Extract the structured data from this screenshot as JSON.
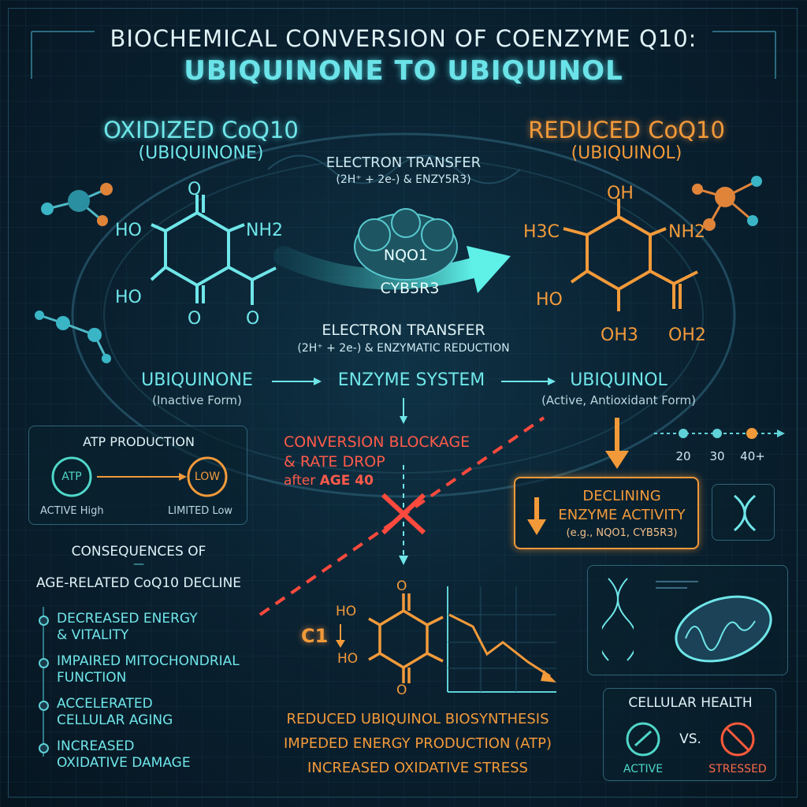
{
  "title": {
    "line1": "BIOCHEMICAL CONVERSION OF COENZYME Q10:",
    "line2": "UBIQUINONE TO UBIQUINOL"
  },
  "left_molecule": {
    "heading": "OXIDIZED CoQ10",
    "subheading": "(UBIQUINONE)",
    "groups": [
      "HO",
      "NH2",
      "HO",
      "O",
      "O",
      "O"
    ]
  },
  "right_molecule": {
    "heading": "REDUCED CoQ10",
    "subheading": "(UBIQUINOL)",
    "groups": [
      "OH",
      "H3C",
      "NH2",
      "HO",
      "OH3",
      "OH2"
    ]
  },
  "transfer_top": {
    "line1": "ELECTRON TRANSFER",
    "line2": "(2H⁺ + 2e-) & ENZY5R3)"
  },
  "enzymes": {
    "enzyme1": "NQO1",
    "enzyme2": "CYB5R3"
  },
  "transfer_mid": {
    "line1": "ELECTRON TRANSFER",
    "line2": "(2H⁺ + 2e-) & ENZYMATIC REDUCTION"
  },
  "flow": {
    "left_label": "UBIQUINONE",
    "left_sub": "(Inactive Form)",
    "center_label": "ENZYME SYSTEM",
    "right_label": "UBIQUINOL",
    "right_sub": "(Active, Antioxidant Form)"
  },
  "atp_panel": {
    "title": "ATP PRODUCTION",
    "atp": "ATP",
    "low": "LOW",
    "left_caption": "ACTIVE High",
    "right_caption": "LIMITED Low"
  },
  "blockage": {
    "line1": "CONVERSION BLOCKAGE",
    "line2": "& RATE DROP",
    "line3_prefix": "after ",
    "line3_age": "AGE 40"
  },
  "age_scale": [
    "20",
    "30",
    "40+"
  ],
  "declining": {
    "line1": "DECLINING",
    "line2": "ENZYME ACTIVITY",
    "line3": "(e.g., NQO1, CYB5R3)"
  },
  "consequences": {
    "heading1": "CONSEQUENCES OF",
    "dash": "—",
    "heading2": "AGE-RELATED CoQ10 DECLINE",
    "items": [
      {
        "l1": "DECREASED ENERGY",
        "l2": "& VITALITY"
      },
      {
        "l1": "IMPAIRED MITOCHONDRIAL",
        "l2": "FUNCTION"
      },
      {
        "l1": "ACCELERATED",
        "l2": "CELLULAR AGING"
      },
      {
        "l1": "INCREASED",
        "l2": "OXIDATIVE DAMAGE"
      }
    ]
  },
  "bottom_molecule": {
    "label": "C1",
    "groups": [
      "HO",
      "HO",
      "O",
      "O"
    ]
  },
  "bottom_text": [
    "REDUCED UBIQUINOL BIOSYNTHESIS",
    "IMPEDED ENERGY PRODUCTION (ATP)",
    "INCREASED OXIDATIVE STRESS"
  ],
  "cellular_health": {
    "title": "CELLULAR HEALTH",
    "vs": "VS.",
    "active": "ACTIVE",
    "stressed": "STRESSED"
  },
  "colors": {
    "cyan": "#6fe6e9",
    "orange": "#f29a3a",
    "red": "#ff4a3d",
    "background": "#071724"
  }
}
